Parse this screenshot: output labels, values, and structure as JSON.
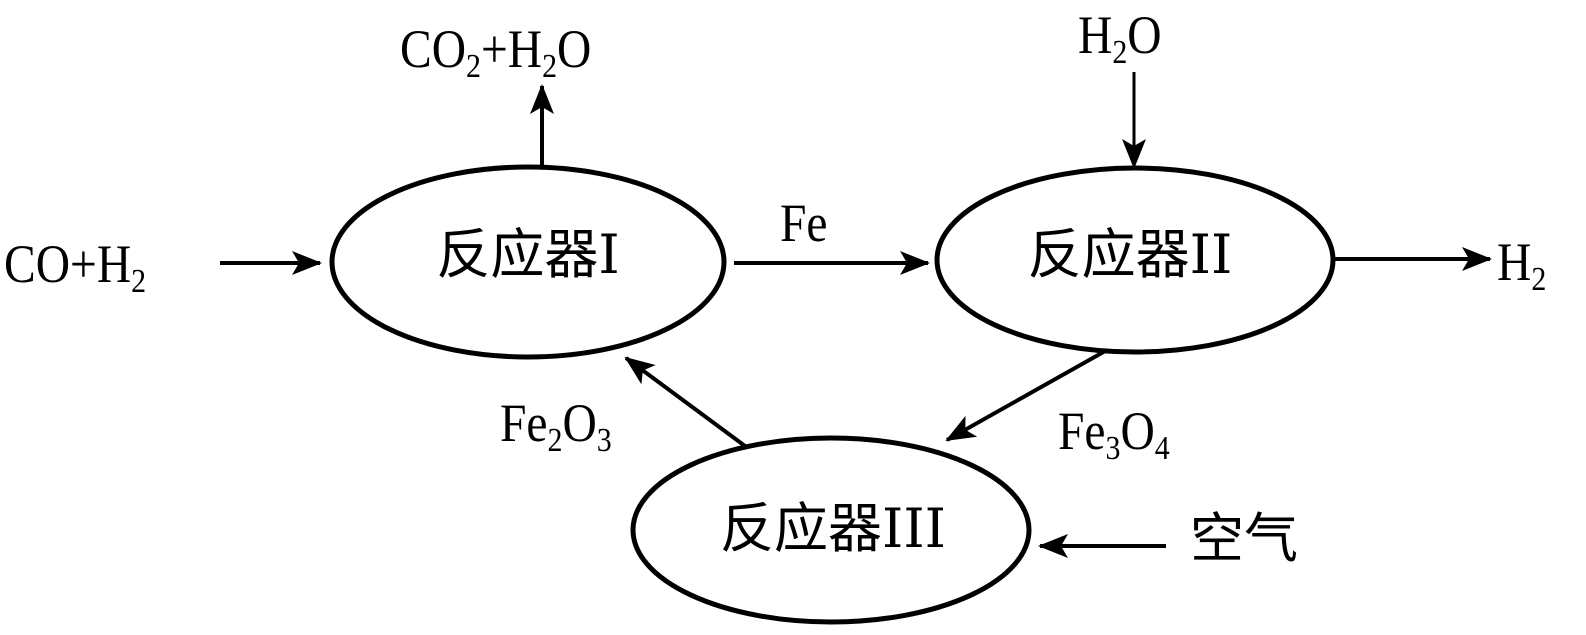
{
  "diagram": {
    "type": "chemical process flow",
    "colors": {
      "stroke": "#000000",
      "background": "#ffffff"
    },
    "nodes": [
      {
        "id": "r1",
        "label": "反应器I"
      },
      {
        "id": "r2",
        "label": "反应器II"
      },
      {
        "id": "r3",
        "label": "反应器III"
      }
    ],
    "labels": {
      "feed_co_h2": {
        "parts": [
          "CO+H",
          "2",
          ""
        ]
      },
      "out_co2_h2o": {
        "parts": [
          "CO",
          "2",
          "+H",
          "2",
          "O"
        ]
      },
      "fe": "Fe",
      "in_h2o": {
        "parts": [
          "H",
          "2",
          "O"
        ]
      },
      "out_h2": {
        "parts": [
          "H",
          "2"
        ]
      },
      "fe2o3": {
        "parts": [
          "Fe",
          "2",
          "O",
          "3"
        ]
      },
      "fe3o4": {
        "parts": [
          "Fe",
          "3",
          "O",
          "4"
        ]
      },
      "air": "空气"
    },
    "edges": [
      {
        "from": "CO+H2",
        "to": "r1"
      },
      {
        "from": "r1",
        "to": "CO2+H2O"
      },
      {
        "from": "r1",
        "to": "r2",
        "label": "Fe"
      },
      {
        "from": "H2O",
        "to": "r2"
      },
      {
        "from": "r2",
        "to": "H2"
      },
      {
        "from": "r2",
        "to": "r3",
        "label": "Fe3O4"
      },
      {
        "from": "r3",
        "to": "r1",
        "label": "Fe2O3"
      },
      {
        "from": "空气",
        "to": "r3"
      }
    ]
  }
}
